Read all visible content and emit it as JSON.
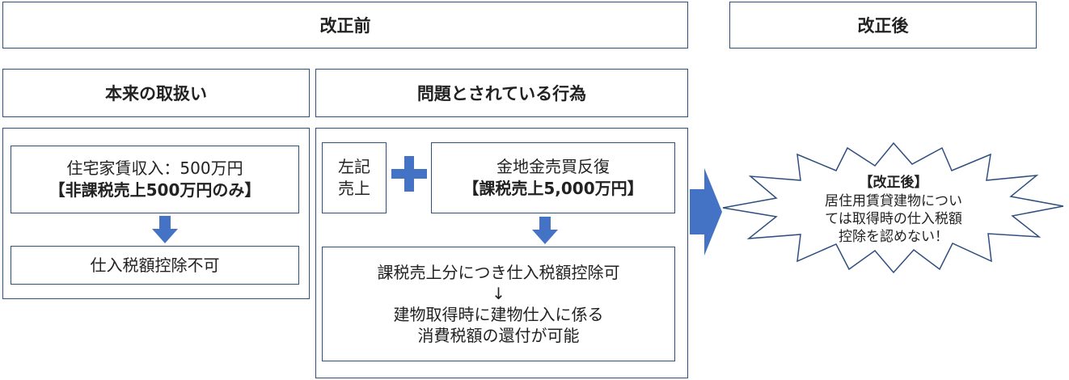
{
  "before_header": "改正前",
  "after_header": "改正後",
  "col1_header": "本来の取扱い",
  "col2_header": "問題とされている行為",
  "col1": {
    "rent_line1": "住宅家賃収入：500万円",
    "rent_line2": "【非課税売上500万円のみ】",
    "result": "仕入税額控除不可"
  },
  "col2": {
    "left_note_line1": "左記",
    "left_note_line2": "売上",
    "gold_line1": "金地金売買反復",
    "gold_line2": "【課税売上5,000万円】",
    "result_line1": "課税売上分につき仕入税額控除可",
    "result_arrow": "↓",
    "result_line2": "建物取得時に建物仕入に係る",
    "result_line3": "消費税額の還付が可能"
  },
  "burst": {
    "title": "【改正後】",
    "line1": "居住用賃貸建物につい",
    "line2": "ては取得時の仕入税額",
    "line3": "控除を認めない！"
  },
  "colors": {
    "border": "#2f4f7f",
    "arrow": "#4472c4"
  }
}
